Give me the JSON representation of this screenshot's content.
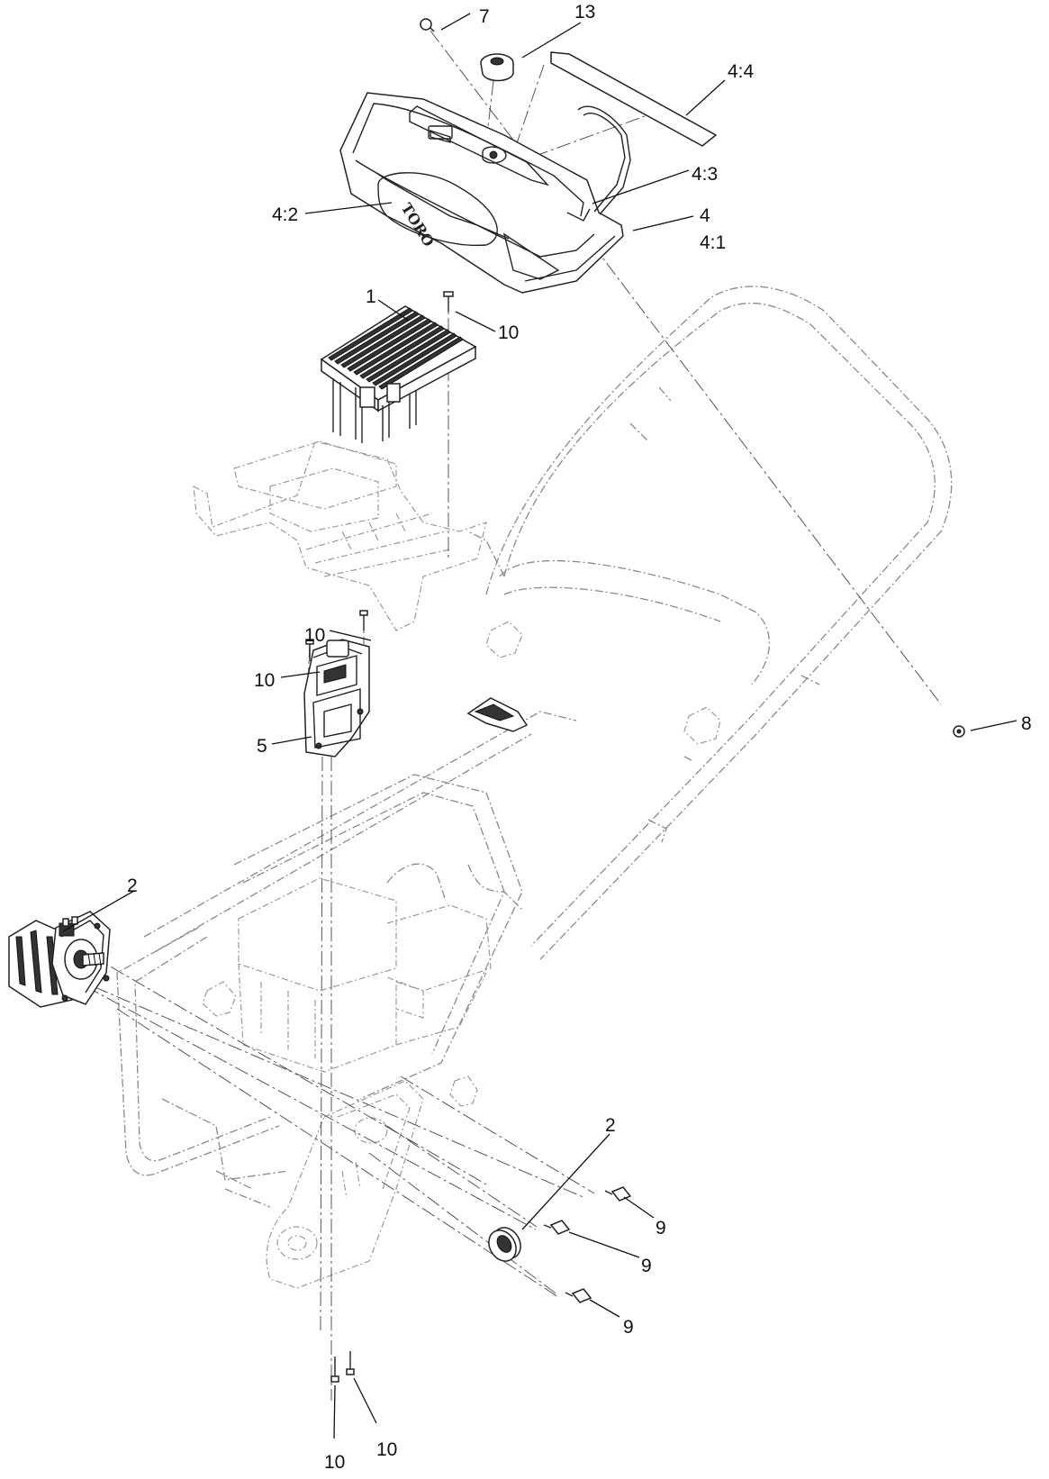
{
  "brand_logo_text": "TORO",
  "callouts": [
    {
      "id": "c7",
      "label": "7"
    },
    {
      "id": "c13",
      "label": "13"
    },
    {
      "id": "c4-4",
      "label": "4:4"
    },
    {
      "id": "c4-3",
      "label": "4:3"
    },
    {
      "id": "c4-2",
      "label": "4:2"
    },
    {
      "id": "c4",
      "label": "4"
    },
    {
      "id": "c4-1",
      "label": "4:1"
    },
    {
      "id": "c1",
      "label": "1"
    },
    {
      "id": "c10-a",
      "label": "10"
    },
    {
      "id": "c10-b",
      "label": "10"
    },
    {
      "id": "c10-c",
      "label": "10"
    },
    {
      "id": "c5",
      "label": "5"
    },
    {
      "id": "c8",
      "label": "8"
    },
    {
      "id": "c2-a",
      "label": "2"
    },
    {
      "id": "c2-b",
      "label": "2"
    },
    {
      "id": "c9-a",
      "label": "9"
    },
    {
      "id": "c9-b",
      "label": "9"
    },
    {
      "id": "c9-c",
      "label": "9"
    },
    {
      "id": "c10-d",
      "label": "10"
    },
    {
      "id": "c10-e",
      "label": "10"
    }
  ]
}
